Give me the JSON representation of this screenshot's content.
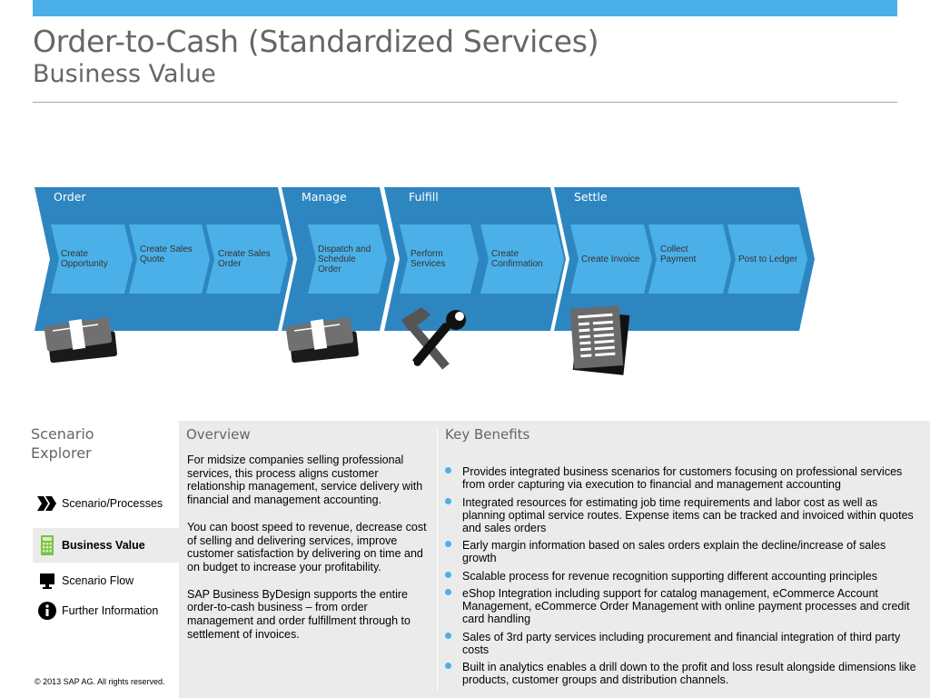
{
  "header": {
    "title": "Order-to-Cash (Standardized Services)",
    "subtitle": "Business Value"
  },
  "process": {
    "phases": [
      {
        "label": "Order",
        "steps": [
          "Create Opportunity",
          "Create Sales Quote",
          "Create Sales Order"
        ],
        "icon": "currency-bills-icon"
      },
      {
        "label": "Manage",
        "steps": [
          "Dispatch and Schedule Order"
        ],
        "icon": "currency-bills-icon"
      },
      {
        "label": "Fulfill",
        "steps": [
          "Perform Services",
          "Create Confirmation"
        ],
        "icon": "hammer-wrench-icon"
      },
      {
        "label": "Settle",
        "steps": [
          "Create Invoice",
          "Collect Payment",
          "Post to Ledger"
        ],
        "icon": "invoice-document-icon"
      }
    ],
    "band_color": "#2e86c1",
    "step_color": "#4bb0e8"
  },
  "explorer": {
    "title": "Scenario Explorer",
    "items": [
      {
        "label": "Scenario/Processes",
        "icon": "chevrons-icon",
        "active": false
      },
      {
        "label": "Business Value",
        "icon": "calculator-icon",
        "active": true
      },
      {
        "label": "Scenario Flow",
        "icon": "monitor-icon",
        "active": false
      },
      {
        "label": "Further Information",
        "icon": "info-icon",
        "active": false
      }
    ]
  },
  "overview": {
    "title": "Overview",
    "paragraphs": [
      "For midsize companies selling professional services, this process aligns customer relationship management, service delivery with financial and management accounting.",
      "You can boost speed to revenue, decrease cost of selling and delivering services, improve customer satisfaction by delivering on time and on budget to increase your profitability.",
      "SAP Business ByDesign supports the entire order-to-cash business – from order management and order fulfillment through to settlement of invoices."
    ]
  },
  "benefits": {
    "title": "Key Benefits",
    "items": [
      "Provides integrated business scenarios for customers focusing on professional services from order capturing via execution to financial and management accounting",
      "Integrated resources for estimating job time requirements and labor cost as well as planning optimal service routes. Expense items can be tracked and invoiced within quotes and sales orders",
      "Early margin information based on sales orders explain the decline/increase of sales growth",
      "Scalable process for revenue recognition supporting different accounting principles",
      "eShop Integration including support for catalog management, eCommerce Account Management, eCommerce Order Management with online payment processes and credit card handling",
      "Sales of 3rd party services including procurement and financial integration of third party costs",
      "Built in analytics enables a drill down to the profit and loss result alongside dimensions like products, customer groups and distribution channels."
    ]
  },
  "footer": {
    "copyright": "© 2013 SAP AG. All rights reserved."
  },
  "colors": {
    "accent": "#4bb0e8",
    "band": "#2e86c1",
    "heading_gray": "#666666",
    "panel_bg": "#ebebeb"
  }
}
